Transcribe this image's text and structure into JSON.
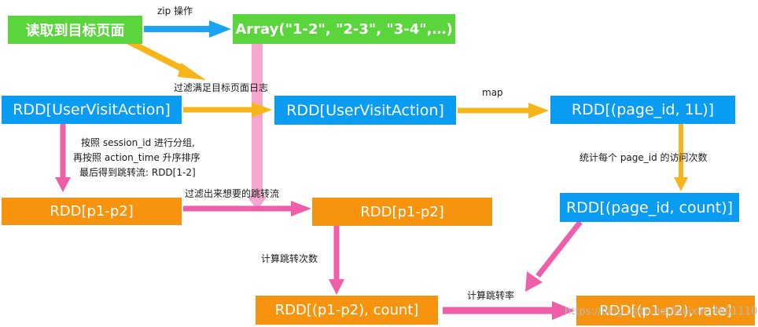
{
  "nodes": {
    "read_pages": "读取到目标页面",
    "array_zip": "Array(\"1-2\", \"2-3\", \"3-4\",…)",
    "rdd_uva_left": "RDD[UserVisitAction]",
    "rdd_uva_mid": "RDD[UserVisitAction]",
    "rdd_pageid_1l": "RDD[(page_id, 1L)]",
    "rdd_p1p2_left": "RDD[p1-p2]",
    "rdd_p1p2_mid": "RDD[p1-p2]",
    "rdd_pageid_count": "RDD[(page_id, count)]",
    "rdd_p1p2_count": "RDD[(p1-p2), count]",
    "rdd_p1p2_rate": "RDD[(p1-p2), rate]"
  },
  "edges": {
    "zip": "zip 操作",
    "filter_target": "过滤满足目标页面日志",
    "map": "map",
    "group_line1": "按照 session_id 进行分组,",
    "group_line2": "再按照 action_time 升序排序",
    "group_line3": "最后得到跳转流: RDD[1-2]",
    "filter_flows": "过滤出来想要的跳转流",
    "count_visits": "统计每个 page_id 的访问次数",
    "count_jumps": "计算跳转次数",
    "jump_rate": "计算跳转率"
  },
  "watermark": "https://blog.csdn.net/weixin_46011103",
  "colors": {
    "green": "#5ad53c",
    "blue": "#0a9cf3",
    "orange": "#f7940f",
    "blue_arrow": "#1aa3f0",
    "yellow_arrow": "#f6b51b",
    "pink_arrow": "#ef5ea8",
    "light_pink_arrow": "#f7a6cf"
  }
}
